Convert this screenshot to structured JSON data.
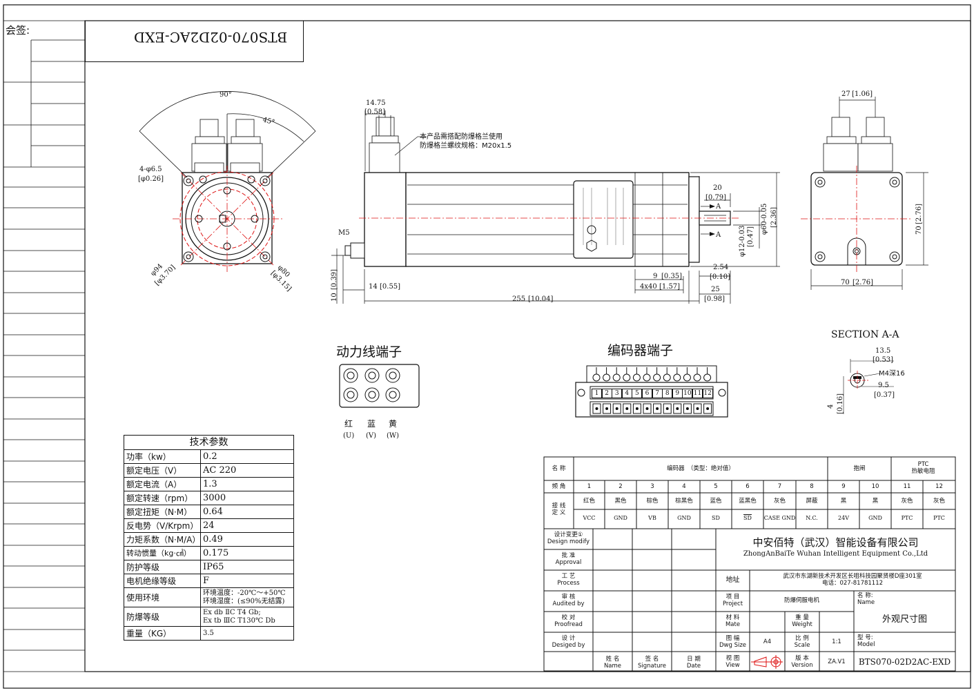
{
  "title_block": {
    "huiqian": "会签:",
    "model_mirrored": "BTS070-02D2AC-EXD"
  },
  "front_view": {
    "angle_90": "90°",
    "angle_45": "45°",
    "hole_spec": "4-φ6.5",
    "hole_spec_in": "[φ0.26]",
    "dia_94": "φ94",
    "dia_94_in": "[φ3.70]",
    "dia_80": "φ80",
    "dia_80_in": "[φ3.15]"
  },
  "side_view": {
    "dim_1475": "14.75",
    "dim_1475_in": "[0.58]",
    "note_line1": "本产品需搭配防爆格兰使用",
    "note_line2": "防爆格兰螺纹规格：M20x1.5",
    "m5": "M5",
    "dim_20": "20",
    "dim_20_in": "[0.79]",
    "section_a_top": "A",
    "section_a_bottom": "A",
    "dim_60": "φ60-0.05",
    "dim_60_in": "[2.36]",
    "dim_12": "φ12-0.03",
    "dim_12_in": "[0.47]",
    "dim_254": "2.54",
    "dim_254_in": "[0.10]",
    "dim_9": "9",
    "dim_9_in": "[0.35]",
    "dim_4x40": "4x40",
    "dim_4x40_in": "[1.57]",
    "dim_25": "25",
    "dim_25_in": "[0.98]",
    "dim_14": "14",
    "dim_14_in": "[0.55]",
    "dim_10": "10",
    "dim_10_in": "[0.39]",
    "dim_255": "255",
    "dim_255_in": "[10.04]"
  },
  "rear_view": {
    "dim_27": "27",
    "dim_27_in": "[1.06]",
    "dim_70v": "70",
    "dim_70v_in": "[2.76]",
    "dim_70h": "70",
    "dim_70h_in": "[2.76]"
  },
  "section": {
    "title": "SECTION A-A",
    "dim_135": "13.5",
    "dim_135_in": "[0.53]",
    "thread": "M4深16",
    "dim_95": "9.5",
    "dim_95_in": "[0.37]",
    "dim_4": "4",
    "dim_4_in": "[0.16]"
  },
  "power_terminal": {
    "title": "动力线端子",
    "labels": [
      "红",
      "蓝",
      "黄"
    ],
    "letters": [
      "(U)",
      "(V)",
      "(W)"
    ]
  },
  "encoder_terminal": {
    "title": "编码器端子",
    "pins": [
      "1",
      "2",
      "3",
      "4",
      "5",
      "6",
      "7",
      "8",
      "9",
      "10",
      "11",
      "12"
    ]
  },
  "tech_params": {
    "title": "技术参数",
    "rows": [
      {
        "k": "功率（kw）",
        "v": "0.2"
      },
      {
        "k": "额定电压（V）",
        "v": "AC 220"
      },
      {
        "k": "额定电流（A）",
        "v": "1.3"
      },
      {
        "k": "额定转速（rpm）",
        "v": "3000"
      },
      {
        "k": "额定扭矩（N·M）",
        "v": "0.64"
      },
      {
        "k": "反电势（V/Krpm）",
        "v": "24"
      },
      {
        "k": "力矩系数（N·M/A）",
        "v": "0.49"
      },
      {
        "k": "转动惯量（kg·㎠）",
        "v": "0.175"
      },
      {
        "k": "防护等级",
        "v": "IP65"
      },
      {
        "k": "电机绝缘等级",
        "v": "F"
      }
    ],
    "env_label": "使用环境",
    "env_1": "环境温度：-20℃～+50℃",
    "env_2": "环境湿度：(≤90%无结露)",
    "ex_label": "防爆等级",
    "ex_1": "Ex db ⅡC T4 Gb;",
    "ex_2": "Ex tb ⅢC T130℃ Db",
    "weight_label": "重量（KG）",
    "weight": "3.5"
  },
  "wiring": {
    "name_label": "名 称",
    "encoder": "编码器　（类型：绝对值）",
    "brake": "抱闸",
    "ptc_1": "PTC",
    "ptc_2": "热敏电阻",
    "pin_label": "频 角",
    "pins": [
      "1",
      "2",
      "3",
      "4",
      "5",
      "6",
      "7",
      "8",
      "9",
      "10",
      "11",
      "12"
    ],
    "def_label_1": "接 线",
    "def_label_2": "定 义",
    "colors": [
      "红色",
      "黑色",
      "棕色",
      "棕黑色",
      "蓝色",
      "蓝黑色",
      "灰色",
      "屏蔽",
      "黑",
      "黑",
      "灰色",
      "灰色"
    ],
    "signals": [
      "VCC",
      "GND",
      "VB",
      "GND",
      "SD",
      "SD",
      "CASE  GND",
      "N.C.",
      "24V",
      "GND",
      "PTC",
      "PTC"
    ]
  },
  "company_block": {
    "design_modify_cn": "设计变更①",
    "design_modify_en": "Design modify",
    "approval_cn": "批 准",
    "approval_en": "Approval",
    "process_cn": "工 艺",
    "process_en": "Process",
    "audited_cn": "审 核",
    "audited_en": "Audited by",
    "proofread_cn": "校 对",
    "proofread_en": "Proofread",
    "designed_cn": "设 计",
    "designed_en": "Desiged by",
    "name_cn": "姓 名",
    "name_en": "Name",
    "signature_cn": "签 名",
    "signature_en": "Signature",
    "date_cn": "日 期",
    "date_en": "Date",
    "company_cn": "中安佰特（武汉）智能设备有限公司",
    "company_en": "ZhongAnBaiTe Wuhan Intelligent Equipment Co.,Ltd",
    "address_label": "地址",
    "address_1": "武汉市东湖新技术开发区长咀科技园聚贤楼D座301室",
    "address_2": "电话：027-81781112",
    "project_cn": "项 目",
    "project_en": "Project",
    "project_value": "防爆伺服电机",
    "mate_cn": "材 料",
    "mate_en": "Mate",
    "weight_cn": "重 量",
    "weight_en": "Weight",
    "dwg_cn": "图 幅",
    "dwg_en": "Dwg Size",
    "dwg_value": "A4",
    "scale_cn": "比 例",
    "scale_en": "Scale",
    "scale_value": "1:1",
    "view_cn": "视 图",
    "view_en": "View",
    "version_cn": "版 本",
    "version_en": "Version",
    "version_value": "ZA.V1",
    "drawing_name_label_cn": "名 称:",
    "drawing_name_label_en": "Name",
    "drawing_name": "外观尺寸图",
    "model_label_cn": "型 号:",
    "model_label_en": "Model",
    "model": "BTS070-02D2AC-EXD"
  }
}
